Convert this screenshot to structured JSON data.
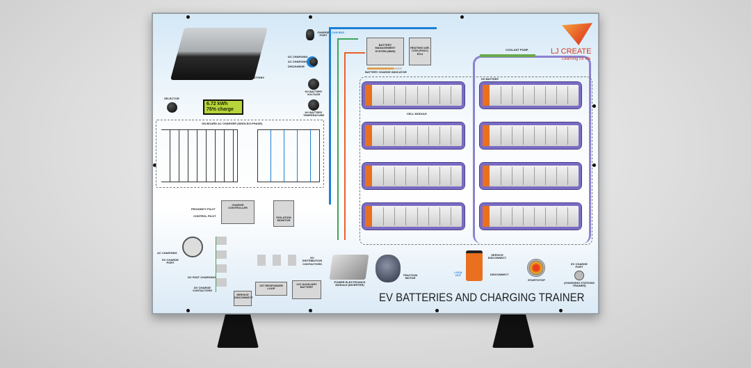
{
  "title": "EV BATTERIES AND CHARGING TRAINER",
  "logo": {
    "brand": "LJ CREATE",
    "tagline": "Learning for life",
    "color": "#e8402a"
  },
  "display": {
    "line1": "6.72 kWh",
    "line2": "76% charge"
  },
  "labels": {
    "hv_battery_image": "HV BATTERY",
    "selector": "SELECTOR",
    "charge_port": "CHARGE PORT",
    "dc_charging": "DC CHARGING",
    "ac_charging": "AC CHARGING",
    "discharge": "DISCHARGE",
    "hv_battery_voltage": "HV BATTERY VOLTAGE",
    "hv_battery_temperature": "HV BATTERY TEMPERATURE",
    "can_bus": "CAN BUS",
    "bms": "BATTERY MANAGEMENT SYSTEM (BMS)",
    "hvac": "HEATING/ AIR-CON (HVAC) ECU",
    "battery_charge_indicator": "BATTERY CHARGE INDICATOR",
    "coolant_pump": "COOLANT PUMP",
    "hv_battery": "HV BATTERY",
    "cell_module": "CELL MODULE",
    "onboard_charger": "ON-BOARD AC CHARGER (SINGLE/3-PHASE)",
    "charge_controller": "CHARGE CONTROLLER",
    "isolation_monitor": "ISOLATION MONITOR",
    "proximity_pilot": "PROXIMITY PILOT",
    "control_pilot": "CONTROL PILOT",
    "ac_charging_port": "AC CHARGING",
    "ev_charge_port": "EV CHARGE PORT",
    "dc_fast_charging": "DC FAST CHARGING",
    "dc_charge_contactors": "DV CHARGE CONTACTORS",
    "hv_distribution_contactors": "HV DISTRIBUTION CONTACTORS",
    "service_disconnect_small": "SERVICE DISCONNECT",
    "first_responder_loop": "1ST RESPONDER LOOP",
    "aux_battery": "12V AUXILIARY BATTERY",
    "pem": "POWER ELECTRONICS MODULE (INVERTER)",
    "traction_motor": "TRACTION MOTOR",
    "service_disconnect": "SERVICE DISCONNECT",
    "lock_out": "LOCK OUT",
    "disconnect": "DISCONNECT",
    "start_stop": "START/STOP",
    "ev_charge_port_right": "EV CHARGE PORT",
    "charging_stations_trainer": "(CHARGING STATIONS TRAINER)"
  },
  "colors": {
    "can_bus": "#1a7fd6",
    "hv_wire": "#e8602a",
    "signal_wire": "#3aa65a",
    "module_frame": "#7a6bc2",
    "connector": "#e8701f"
  }
}
